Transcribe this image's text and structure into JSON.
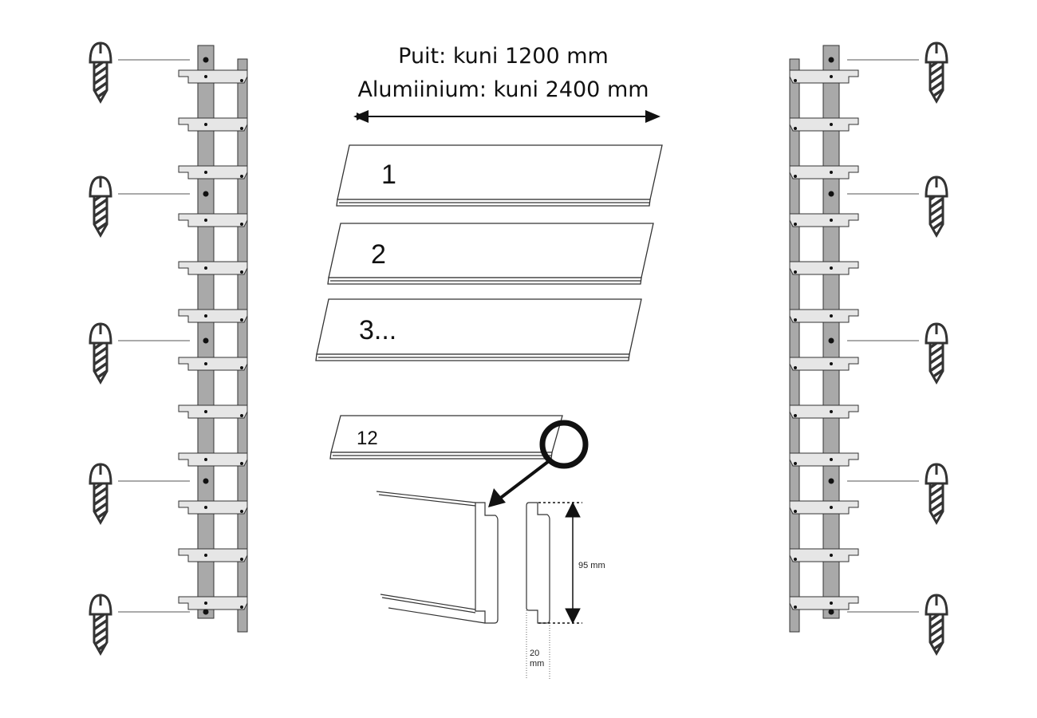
{
  "title": {
    "line1": "Puit: kuni 1200 mm",
    "line2": "Alumiinium: kuni 2400 mm"
  },
  "boards": [
    {
      "label": "1"
    },
    {
      "label": "2"
    },
    {
      "label": "3..."
    },
    {
      "label": "12"
    }
  ],
  "profile": {
    "height_label": "95 mm",
    "thickness_value": "20",
    "thickness_unit": "mm"
  },
  "rail": {
    "bracket_count": 12,
    "screw_count": 5
  },
  "colors": {
    "rail": "#a9a9a9",
    "bracket": "#e6e6e6",
    "stroke": "#333333"
  }
}
